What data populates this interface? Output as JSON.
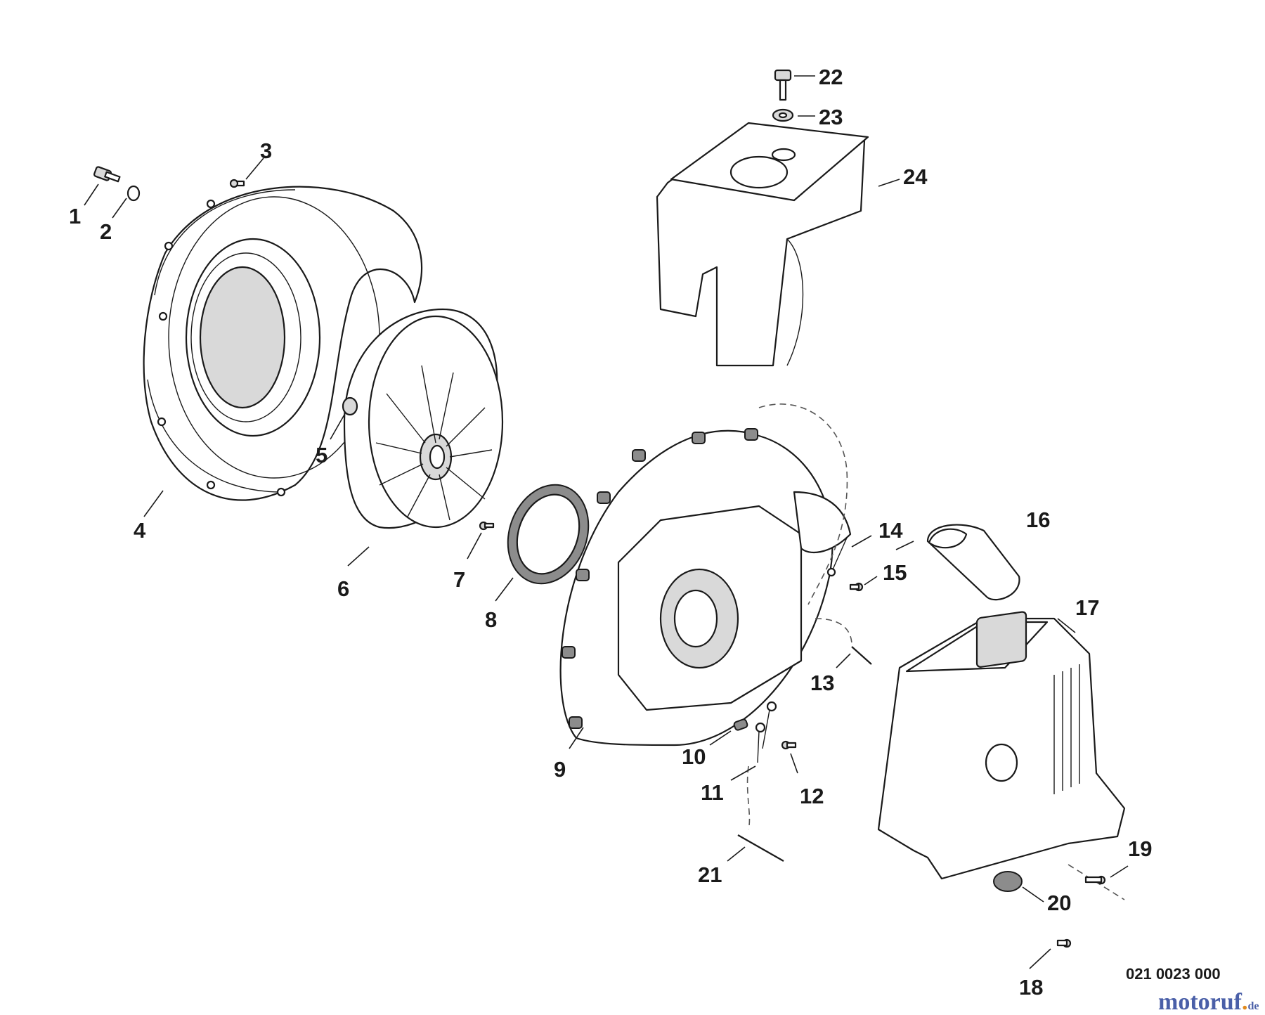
{
  "diagram": {
    "callouts": [
      "1",
      "2",
      "3",
      "4",
      "5",
      "6",
      "7",
      "8",
      "9",
      "10",
      "11",
      "12",
      "13",
      "14",
      "15",
      "16",
      "17",
      "18",
      "19",
      "20",
      "21",
      "22",
      "23",
      "24"
    ],
    "drawing_code": "021 0023 000",
    "watermark": {
      "main": "motoruf",
      "tld": "de"
    }
  },
  "colors": {
    "line": "#1a1a1a",
    "logo_blue": "#4a5fa8",
    "logo_orange": "#e08a1e"
  }
}
